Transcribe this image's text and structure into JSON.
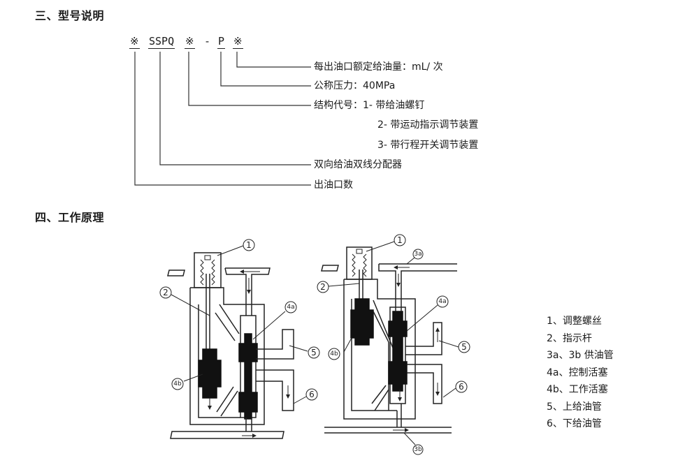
{
  "sections": [
    {
      "title": "三、型号说明"
    },
    {
      "title": "四、工作原理"
    }
  ],
  "model_code": {
    "parts": [
      "※",
      "SSPQ",
      "※",
      "-",
      "P",
      "※"
    ],
    "descriptions": [
      {
        "text": "每出油口额定给油量：mL/ 次"
      },
      {
        "text": "公称压力：40MPa"
      },
      {
        "text": "结构代号：1- 带给油螺钉"
      },
      {
        "text": "2- 带运动指示调节装置"
      },
      {
        "text": "3- 带行程开关调节装置"
      },
      {
        "text": "双向给油双线分配器"
      },
      {
        "text": "出油口数"
      }
    ]
  },
  "diagram": {
    "left_callouts": [
      "1",
      "2",
      "4a",
      "4b",
      "5",
      "6"
    ],
    "right_callouts": [
      "1",
      "2",
      "3a",
      "4a",
      "4b",
      "5",
      "6",
      "3b"
    ]
  },
  "legend": [
    "1、调整螺丝",
    "2、指示杆",
    "3a、3b 供油管",
    "4a、控制活塞",
    "4b、工作活塞",
    "5、上给油管",
    "6、下给油管"
  ]
}
